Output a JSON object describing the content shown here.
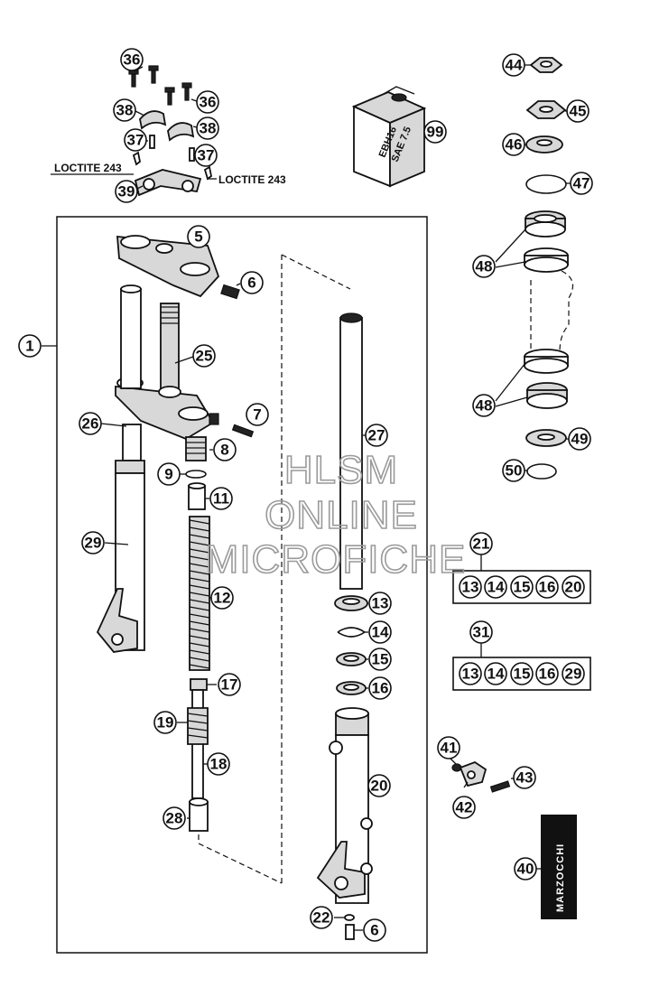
{
  "callouts": {
    "c1": "1",
    "c5": "5",
    "c6a": "6",
    "c6b": "6",
    "c7": "7",
    "c8": "8",
    "c9": "9",
    "c11": "11",
    "c12": "12",
    "c13": "13",
    "c14": "14",
    "c15": "15",
    "c16": "16",
    "c17": "17",
    "c18": "18",
    "c19": "19",
    "c20": "20",
    "c21": "21",
    "c22": "22",
    "c25": "25",
    "c26": "26",
    "c27": "27",
    "c28": "28",
    "c29": "29",
    "c31": "31",
    "c36a": "36",
    "c36b": "36",
    "c37a": "37",
    "c37b": "37",
    "c38a": "38",
    "c38b": "38",
    "c39": "39",
    "c40": "40",
    "c41": "41",
    "c42": "42",
    "c43": "43",
    "c44": "44",
    "c45": "45",
    "c46": "46",
    "c47": "47",
    "c48a": "48",
    "c48b": "48",
    "c49": "49",
    "c50": "50",
    "c99": "99"
  },
  "kits": {
    "kit21": [
      "13",
      "14",
      "15",
      "16",
      "20"
    ],
    "kit31": [
      "13",
      "14",
      "15",
      "16",
      "29"
    ]
  },
  "notes": {
    "loctite_left": "LOCTITE 243",
    "loctite_right": "LOCTITE 243"
  },
  "oil_can": {
    "line1": "EBH16",
    "line2": "SAE 7.5"
  },
  "logo": {
    "brand": "MARZOCCHI"
  },
  "watermark": {
    "line1": "HLSM",
    "line2": "ONLINE",
    "line3": "MICROFICHE"
  }
}
